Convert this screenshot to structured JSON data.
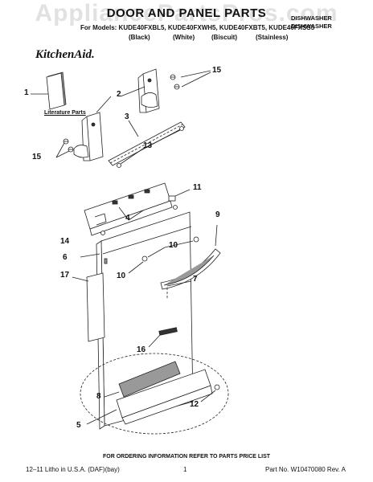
{
  "watermark": "AppliancePartsPros.com",
  "title": "DOOR AND PANEL PARTS",
  "models_line": "For Models: KUDE40FXBL5, KUDE40FXWH5, KUDE40FXBT5, KUDE40FXSS5",
  "colors": [
    "(Black)",
    "(White)",
    "(Biscuit)",
    "(Stainless)"
  ],
  "header_right": [
    "DISHWASHER",
    "DISHWASHER"
  ],
  "logo": "KitchenAid.",
  "literature_label": "Literature Parts",
  "callouts": [
    "1",
    "2",
    "3",
    "15",
    "13",
    "15",
    "11",
    "4",
    "14",
    "9",
    "6",
    "10",
    "10",
    "17",
    "7",
    "16",
    "8",
    "5",
    "12"
  ],
  "footer_note": "FOR ORDERING INFORMATION REFER TO PARTS PRICE LIST",
  "footer_left": "12–11 Litho in U.S.A. (DAF)(bay)",
  "footer_center": "1",
  "footer_right": "Part No. W10470080 Rev. A"
}
